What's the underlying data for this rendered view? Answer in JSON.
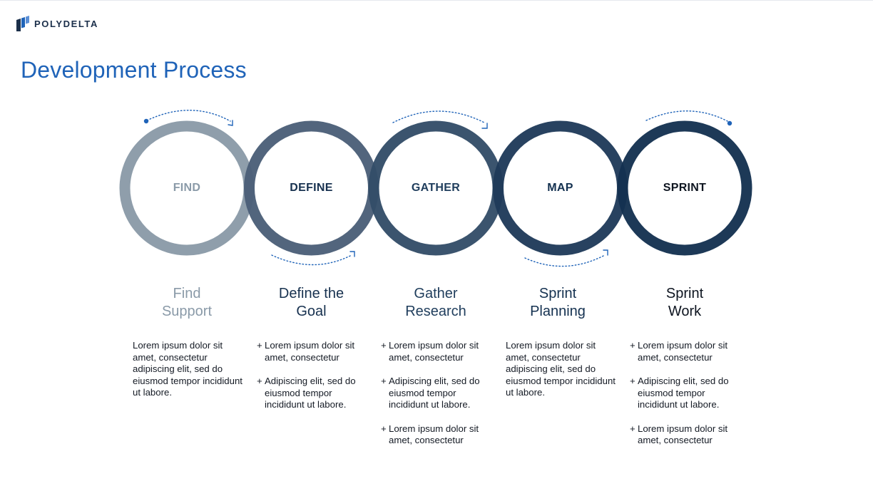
{
  "brand": {
    "name": "POLYDELTA"
  },
  "page": {
    "title": "Development Process"
  },
  "colors": {
    "brand_blue": "#1f63b8",
    "ring_find": "#8a9aa8",
    "ring_define": "#4b5f78",
    "ring_gather": "#334d68",
    "ring_map": "#1f3a5a",
    "ring_sprint": "#143150",
    "title_find": "#8a9aa8",
    "title_define": "#17314f",
    "title_gather": "#1f3d5c",
    "title_map": "#143150",
    "title_sprint": "#0e1520"
  },
  "steps": [
    {
      "ring_label": "FIND",
      "title": [
        "Find",
        "Support"
      ],
      "body_text": "Lorem ipsum dolor sit amet, consectetur adipiscing elit, sed do eiusmod tempor incididunt ut labore.",
      "items": []
    },
    {
      "ring_label": "DEFINE",
      "title": [
        "Define the",
        "Goal"
      ],
      "body_text": "",
      "items": [
        "Lorem ipsum dolor sit amet, consectetur",
        "Adipiscing elit, sed do eiusmod tempor incididunt ut labore."
      ]
    },
    {
      "ring_label": "GATHER",
      "title": [
        "Gather",
        "Research"
      ],
      "body_text": "",
      "items": [
        "Lorem ipsum dolor sit amet, consectetur",
        "Adipiscing elit, sed do eiusmod tempor incididunt ut labore.",
        "Lorem ipsum dolor sit amet, consectetur"
      ]
    },
    {
      "ring_label": "MAP",
      "title": [
        "Sprint",
        "Planning"
      ],
      "body_text": "Lorem ipsum dolor sit amet, consectetur adipiscing elit, sed do eiusmod tempor incididunt ut labore.",
      "items": []
    },
    {
      "ring_label": "SPRINT",
      "title": [
        "Sprint",
        "Work"
      ],
      "body_text": "",
      "items": [
        "Lorem ipsum dolor sit amet, consectetur",
        "Adipiscing elit, sed do eiusmod tempor incididunt ut labore.",
        "Lorem ipsum dolor sit amet, consectetur"
      ]
    }
  ]
}
